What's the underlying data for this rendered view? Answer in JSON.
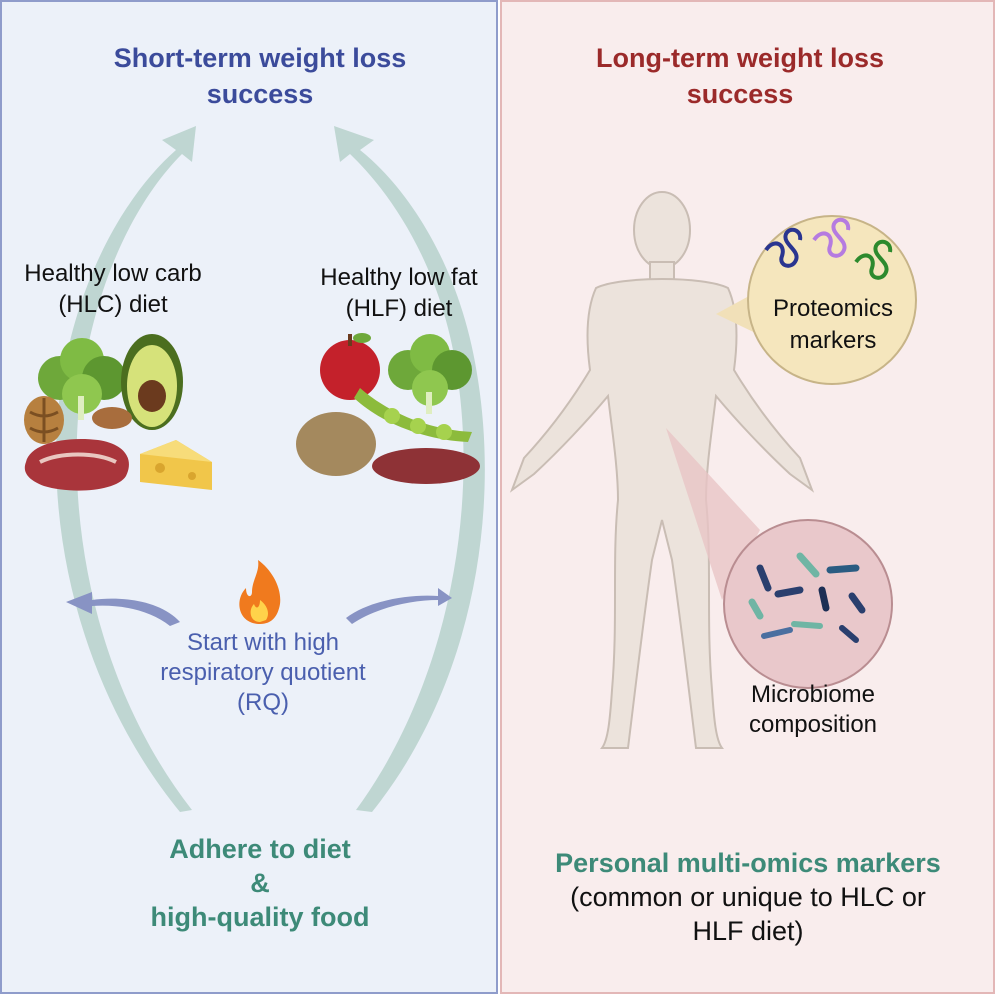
{
  "left": {
    "title": [
      "Short-term weight loss",
      "success"
    ],
    "hlc": [
      "Healthy low carb",
      "(HLC) diet"
    ],
    "hlf": [
      "Healthy low fat",
      "(HLF) diet"
    ],
    "rq": [
      "Start with high",
      "respiratory quotient",
      "(RQ)"
    ],
    "adhere": [
      "Adhere to diet",
      "&",
      "high-quality food"
    ]
  },
  "right": {
    "title": [
      "Long-term weight loss",
      "success"
    ],
    "proteomics": [
      "Proteomics",
      "markers"
    ],
    "microbiome": [
      "Microbiome",
      "composition"
    ],
    "personal_title": "Personal multi-omics markers",
    "personal_sub": [
      "(common or unique to HLC or",
      "HLF diet)"
    ]
  },
  "colors": {
    "left_bg": "#ecf1f9",
    "right_bg": "#f9eded",
    "title_blue": "#3b4b9b",
    "title_red": "#9b2a2a",
    "accent_green": "#3d8a78",
    "rq_blue": "#4a5fae"
  }
}
